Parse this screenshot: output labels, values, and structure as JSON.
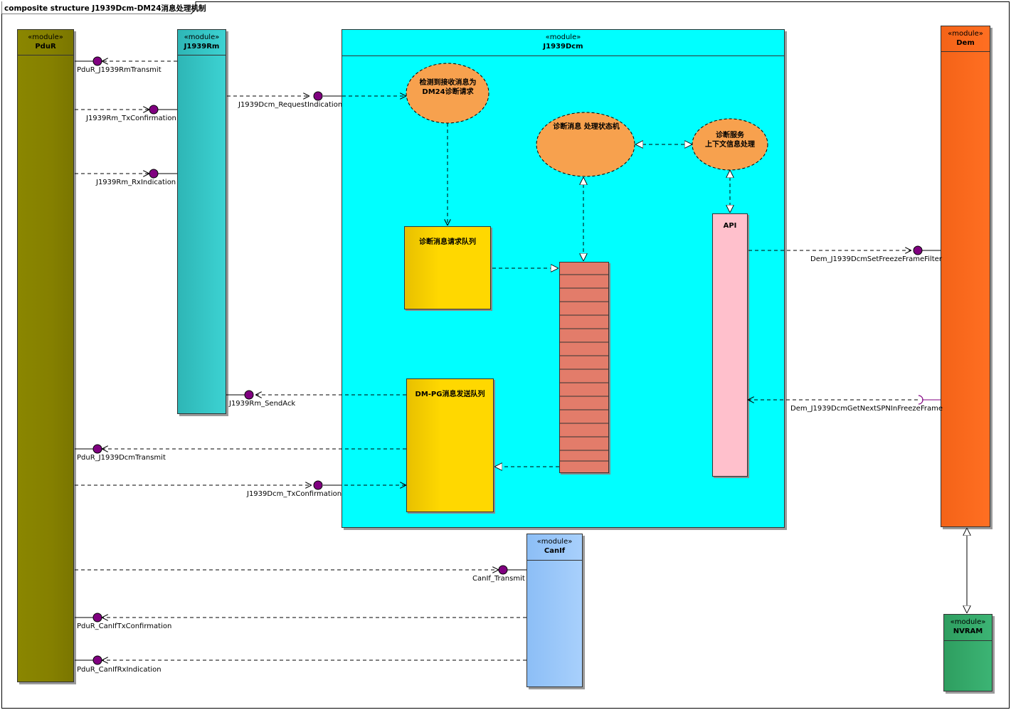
{
  "diagram": {
    "title": "composite structure J1939Dcm-DM24消息处理机制"
  },
  "modules": {
    "stereotype": "«module»",
    "pdur": "PduR",
    "j1939rm": "J1939Rm",
    "j1939dcm": "J1939Dcm",
    "dem": "Dem",
    "canif": "CanIf",
    "nvram": "NVRAM"
  },
  "parts": {
    "detect_line1": "检测到接收消息为",
    "detect_line2": "DM24诊断请求",
    "state_machine": "诊断消息 处理状态机",
    "context_line1": "诊断服务",
    "context_line2": "上下文信息处理",
    "request_queue": "诊断消息请求队列",
    "tx_queue": "DM-PG消息发送队列",
    "api": "API"
  },
  "connectors": {
    "pdur_j1939rmtransmit": "PduR_J1939RmTransmit",
    "j1939rm_txconfirmation": "J1939Rm_TxConfirmation",
    "j1939rm_rxindication": "J1939Rm_RxIndication",
    "j1939dcm_requestindication": "J1939Dcm_RequestIndication",
    "j1939rm_sendack": "J1939Rm_SendAck",
    "pdur_j1939dcmtransmit": "PduR_J1939DcmTransmit",
    "j1939dcm_txconfirmation": "J1939Dcm_TxConfirmation",
    "canif_transmit": "CanIf_Transmit",
    "pdur_caniftxconfirmation": "PduR_CanIfTxConfirmation",
    "pdur_canifrxindication": "PduR_CanIfRxIndication",
    "dem_setfreezeframefilter": "Dem_J1939DcmSetFreezeFrameFilter",
    "dem_getnextspn": "Dem_J1939DcmGetNextSPNInFreezeFrame"
  },
  "colors": {
    "pdur": "#858000",
    "j1939rm": "#3cd2d2",
    "j1939dcm": "#00ffff",
    "dem": "#ff6f22",
    "canif": "#a8d0fc",
    "nvram": "#3cb474",
    "queue": "#ffd800",
    "api": "#ffc0cc",
    "stack": "#e37c6a",
    "ellipse": "#f7a14e",
    "port": "#800080"
  }
}
